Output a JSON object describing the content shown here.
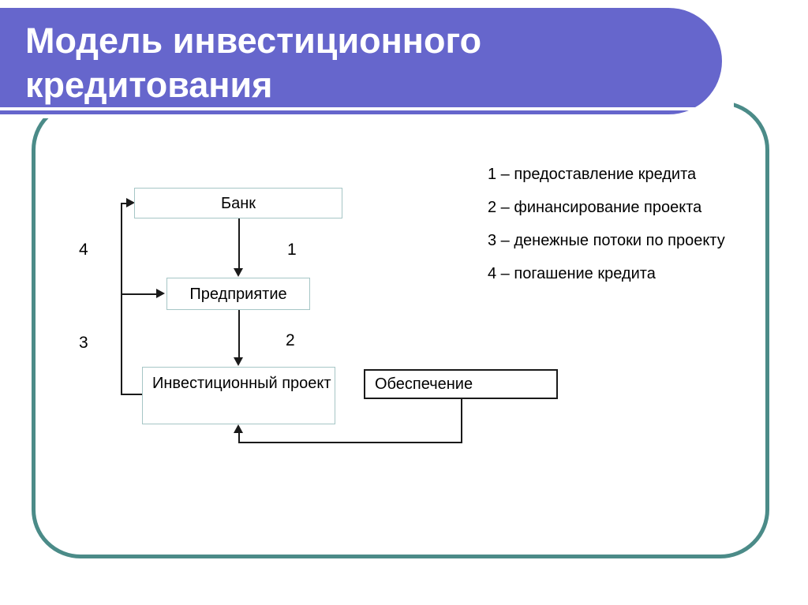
{
  "slide": {
    "title": "Модель инвестиционного\nкредитования",
    "banner_color": "#6666CC",
    "frame_color": "#4B8B88"
  },
  "diagram": {
    "nodes": [
      {
        "id": "bank",
        "label": "Банк"
      },
      {
        "id": "enterprise",
        "label": "Предприятие"
      },
      {
        "id": "project",
        "label": "Инвестиционный проект"
      },
      {
        "id": "collateral",
        "label": "Обеспечение"
      }
    ],
    "connector_labels": {
      "one": "1",
      "two": "2",
      "three": "3",
      "four": "4"
    }
  },
  "legend": {
    "items": [
      "1 – предоставление кредита",
      "2 – финансирование проекта",
      "3 – денежные потоки по проекту",
      "4 – погашение кредита"
    ]
  }
}
